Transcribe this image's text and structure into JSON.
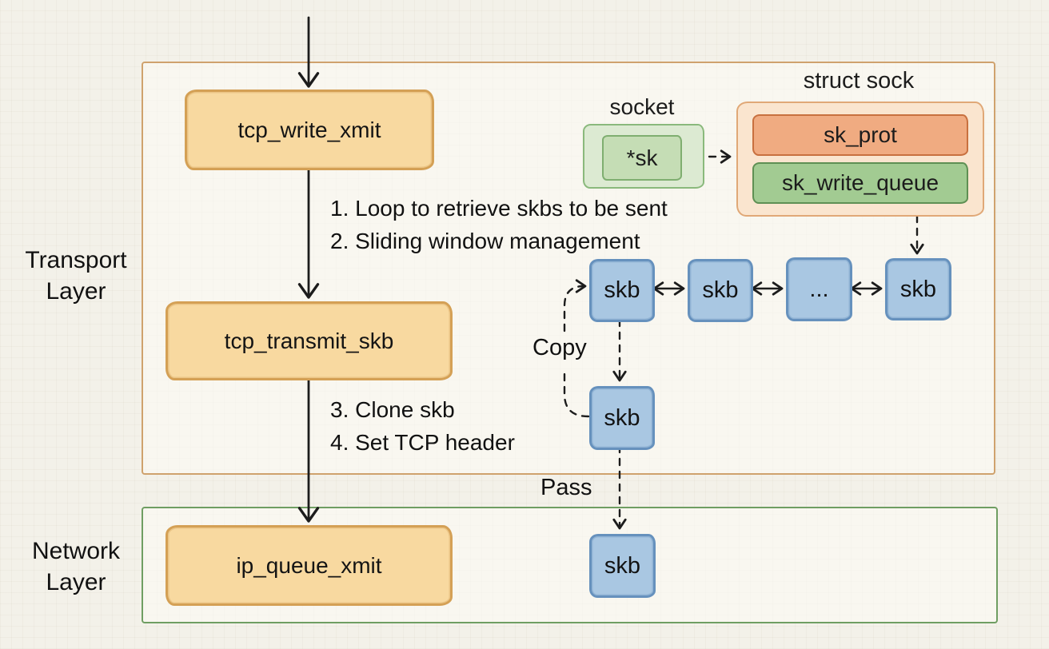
{
  "colors": {
    "background": "#f3f1e9",
    "function_box_fill": "#f8d9a0",
    "function_box_border": "#d4a055",
    "transport_layer_border": "#cfa26d",
    "network_layer_border": "#6f9e62",
    "socket_outer_fill": "#dcead2",
    "socket_inner_fill": "#c5ddb5",
    "socket_border": "#8ab97c",
    "struct_sock_fill": "#fae5cf",
    "struct_sock_border": "#e0a877",
    "sk_prot_fill": "#f0ab81",
    "sk_prot_border": "#c8703f",
    "sk_write_queue_fill": "#a2cb92",
    "sk_write_queue_border": "#5f9054",
    "skb_fill": "#a9c7e2",
    "skb_border": "#6691bd",
    "arrow": "#1c1c1c"
  },
  "layers": {
    "transport": {
      "label": "Transport Layer"
    },
    "network": {
      "label": "Network Layer"
    }
  },
  "functions": {
    "tcp_write_xmit": "tcp_write_xmit",
    "tcp_transmit_skb": "tcp_transmit_skb",
    "ip_queue_xmit": "ip_queue_xmit"
  },
  "socket": {
    "title": "socket",
    "pointer": "*sk"
  },
  "struct_sock": {
    "title": "struct sock",
    "fields": [
      "sk_prot",
      "sk_write_queue"
    ]
  },
  "skb_queue": [
    "skb",
    "skb",
    "...",
    "skb"
  ],
  "skb_clone": "skb",
  "skb_passed": "skb",
  "annotations": {
    "step1": "1. Loop to retrieve skbs to be sent",
    "step2": "2. Sliding window management",
    "step3": "3. Clone skb",
    "step4": "4. Set TCP header",
    "copy": "Copy",
    "pass": "Pass"
  }
}
